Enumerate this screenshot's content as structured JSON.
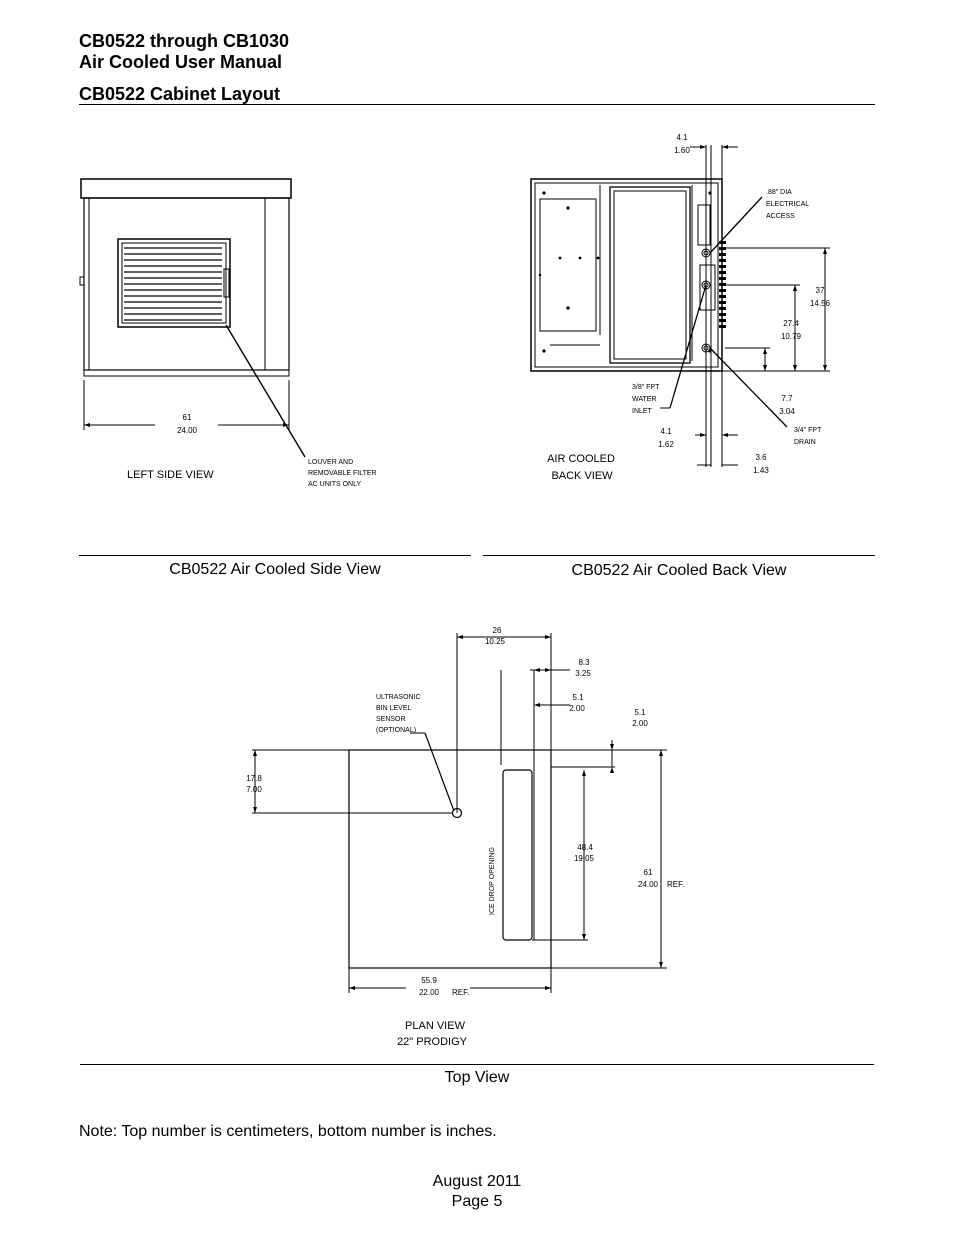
{
  "header": {
    "title_line1": "CB0522 through CB1030",
    "title_line2": "Air Cooled User Manual",
    "section_title": "CB0522 Cabinet Layout"
  },
  "side_view": {
    "caption": "CB0522 Air Cooled Side View",
    "view_label": "LEFT SIDE VIEW",
    "width_cm": "61",
    "width_in": "24.00",
    "louver_note": [
      "LOUVER AND",
      "REMOVABLE FILTER",
      "AC UNITS ONLY"
    ]
  },
  "back_view": {
    "caption": "CB0522 Air Cooled Back View",
    "view_label": [
      "AIR COOLED",
      "BACK VIEW"
    ],
    "top_offset_cm": "4.1",
    "top_offset_in": "1.60",
    "electrical": [
      ".88\" DIA",
      "ELECTRICAL",
      "ACCESS"
    ],
    "h37_cm": "37",
    "h37_in": "14.56",
    "h27_cm": "27.4",
    "h27_in": "10.79",
    "h7_cm": "7.7",
    "h7_in": "3.04",
    "water": [
      "3/8\" FPT",
      "WATER",
      "INLET"
    ],
    "bottom_offset_cm": "4.1",
    "bottom_offset_in": "1.62",
    "drain": [
      "3/4\" FPT",
      "DRAIN"
    ],
    "edge_cm": "3.6",
    "edge_in": "1.43"
  },
  "top_view": {
    "caption": "Top View",
    "view_label": [
      "PLAN VIEW",
      "22\" PRODIGY"
    ],
    "sensor": [
      "ULTRASONIC",
      "BIN LEVEL",
      "SENSOR",
      "(OPTIONAL)"
    ],
    "d26_cm": "26",
    "d26_in": "10.25",
    "d83_cm": "8.3",
    "d83_in": "3.25",
    "d51a_cm": "5.1",
    "d51a_in": "2.00",
    "d51b_cm": "5.1",
    "d51b_in": "2.00",
    "d178_cm": "17.8",
    "d178_in": "7.00",
    "d484_cm": "48.4",
    "d484_in": "19.05",
    "d61_cm": "61",
    "d61_in": "24.00",
    "d61_ref": "REF.",
    "d559_cm": "55.9",
    "d559_in": "22.00",
    "d559_ref": "REF.",
    "ice_drop": "ICE DROP OPENING"
  },
  "note": "Note: Top number is centimeters, bottom number is inches.",
  "footer": {
    "date": "August 2011",
    "page": "Page 5"
  }
}
